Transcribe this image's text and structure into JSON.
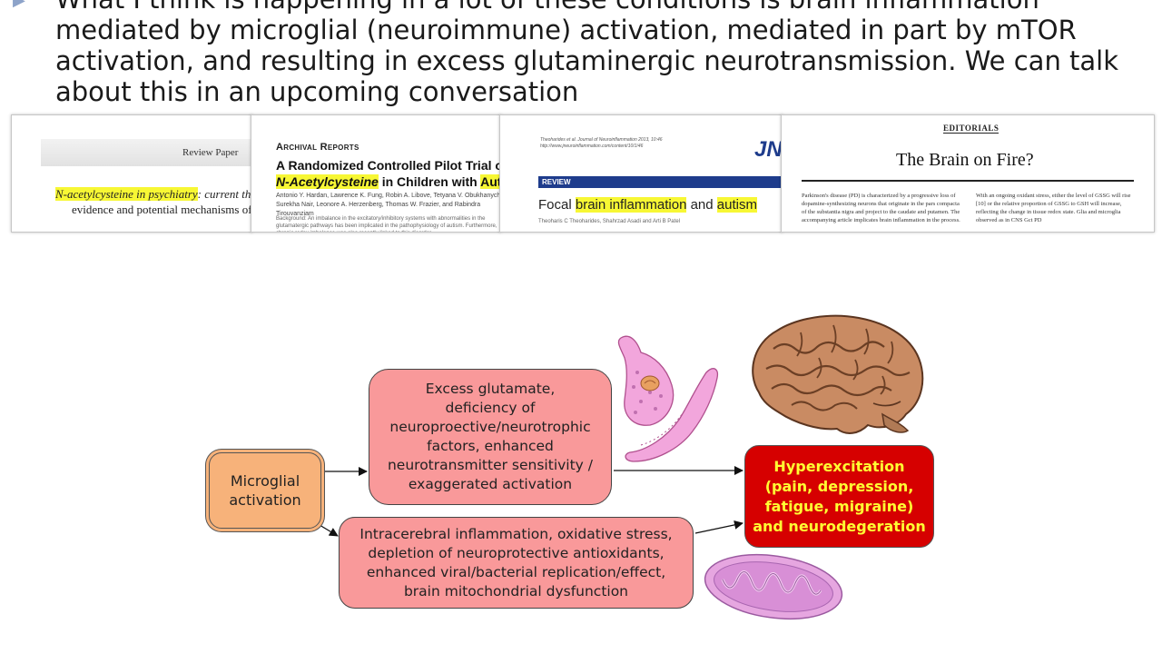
{
  "slide": {
    "bullet_text": "What I think is happening in a lot of these conditions is brain inflammation mediated by microglial (neuroimmune) activation, mediated in part by mTOR activation, and resulting in excess glutaminergic neurotransmission. We can talk about this in an upcoming conversation"
  },
  "papers": {
    "paper1": {
      "section": "Review Paper",
      "title_highlight": "N-acetylcysteine in psychiatry",
      "title_rest": ": current therapeutic",
      "title_line2": "evidence and potential mechanisms of action"
    },
    "paper2": {
      "kicker": "Archival Reports",
      "title_line1": "A Randomized Controlled Pilot Trial of Oral",
      "title_highlight": "N-Acetylcysteine",
      "title_mid": " in Children with ",
      "title_highlight2": "Autism",
      "authors": "Antonio Y. Hardan, Lawrence K. Fung, Robin A. Libove, Tetyana V. Obukhanych, Surekha Nair, Leonore A. Herzenberg, Thomas W. Frazier, and Rabindra Tirouvanziam",
      "background": "Background: An imbalance in the excitatory/inhibitory systems with abnormalities in the glutamatergic pathways has been implicated in the pathophysiology of autism. Furthermore, chronic redox imbalance was also recently linked to this disorder."
    },
    "paper3": {
      "journal": "Theoharides et al. Journal of Neuroinflammation 2013, 10:46 http://www.jneuroinflammation.com/content/10/1/46",
      "logo_main": "JN",
      "logo_accent": "I",
      "section": "REVIEW",
      "title_pre": "Focal ",
      "title_highlight1": "brain inflammation",
      "title_mid": " and ",
      "title_highlight2": "autism",
      "authors": "Theoharis C Theoharides, Shahrzad Asadi and Arti B Patel"
    },
    "paper4": {
      "section": "EDITORIALS",
      "title": "The Brain on Fire?",
      "col1": "Parkinson's disease (PD) is characterized by a progressive loss of dopamine-synthesizing neurons that originate in the pars compacta of the substantia nigra and project to the caudate and putamen. The accompanying article implicates brain inflammation in the process.",
      "col2": "With an ongoing oxidant stress, either the level of GSSG will rise [10] or the relative proportion of GSSG to GSH will increase, reflecting the change in tissue redox state. Glia and microglia observed as in CNS Gct PD"
    }
  },
  "diagram": {
    "microglia": "Microglial\nactivation",
    "glutamate": "Excess glutamate,\ndeficiency of\nneuroproective/neurotrophic\nfactors, enhanced\nneurotransmitter sensitivity /\nexaggerated activation",
    "inflammation": "Intracerebral inflammation, oxidative stress,\ndepletion of neuroprotective antioxidants,\nenhanced viral/bacterial replication/effect,\nbrain mitochondrial dysfunction",
    "hyperexcitation": "Hyperexcitation\n(pain, depression,\nfatigue, migraine)\nand neurodegeration"
  },
  "colors": {
    "microglia_box": "#f7b27a",
    "pink_box": "#f9999a",
    "result_box": "#d60000",
    "result_text": "#ffff33",
    "highlight": "#f7f734"
  },
  "icons": [
    "bullet-triangle-icon",
    "synapse-icon",
    "brain-icon",
    "mitochondrion-icon"
  ]
}
